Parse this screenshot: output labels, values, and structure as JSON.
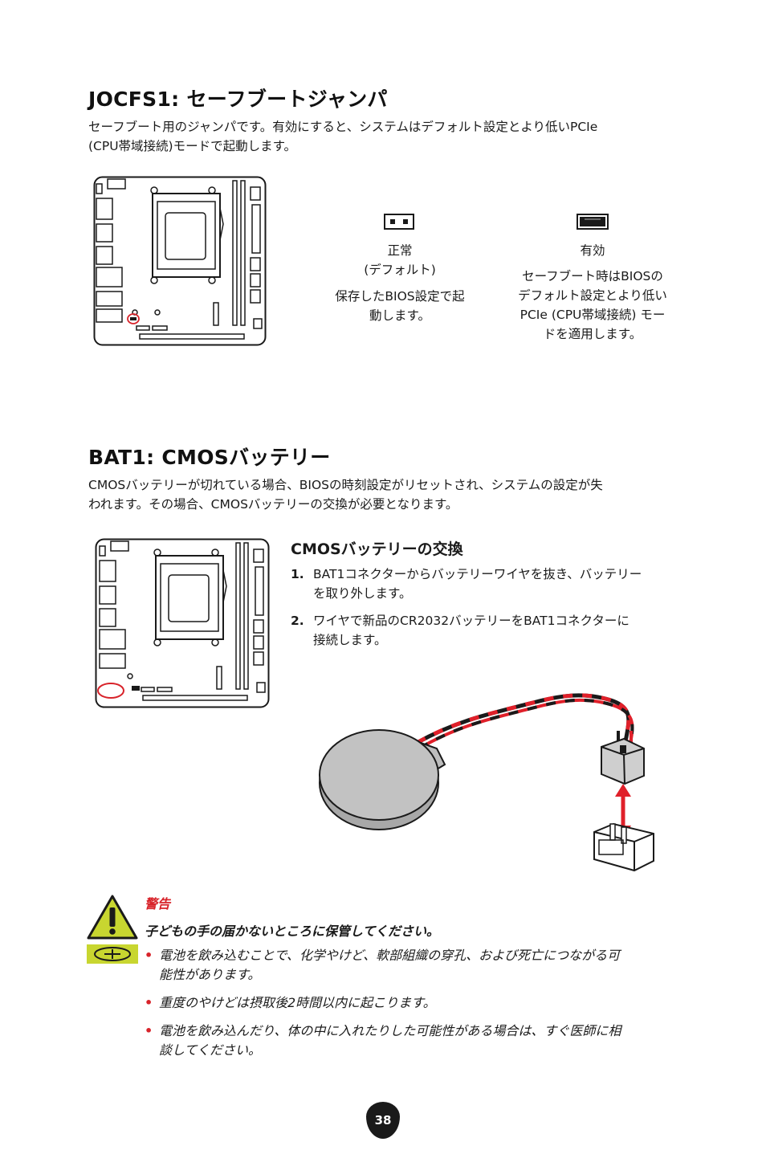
{
  "section1": {
    "title": "JOCFS1: セーフブートジャンパ",
    "desc_line1": "セーフブート用のジャンパです。有効にすると、システムはデフォルト設定とより低いPCIe",
    "desc_line2": "(CPU帯域接続)モードで起動します。",
    "normal": {
      "label1": "正常",
      "label2": "(デフォルト)",
      "desc1": "保存したBIOS設定で起",
      "desc2": "動します。"
    },
    "enabled": {
      "label": "有効",
      "desc1": "セーフブート時はBIOSの",
      "desc2": "デフォルト設定とより低い",
      "desc3": "PCIe (CPU帯域接続) モー",
      "desc4": "ドを適用します。"
    }
  },
  "section2": {
    "title": "BAT1: CMOSバッテリー",
    "desc_line1": "CMOSバッテリーが切れている場合、BIOSの時刻設定がリセットされ、システムの設定が失",
    "desc_line2": "われます。その場合、CMOSバッテリーの交換が必要となります。",
    "subtitle": "CMOSバッテリーの交換",
    "steps": [
      {
        "num": "1.",
        "line1": "BAT1コネクターからバッテリーワイヤを抜き、バッテリー",
        "line2": "を取り外します。"
      },
      {
        "num": "2.",
        "line1": "ワイヤで新品のCR2032バッテリーをBAT1コネクターに",
        "line2": "接続します。"
      }
    ]
  },
  "warning": {
    "title": "警告",
    "lead": "子どもの手の届かないところに保管してください。",
    "bullets": [
      {
        "line1": "電池を飲み込むことで、化学やけど、軟部組織の穿孔、および死亡につながる可",
        "line2": "能性があります。"
      },
      {
        "line1": "重度のやけどは摂取後2時間以内に起こります。",
        "line2": ""
      },
      {
        "line1": "電池を飲み込んだり、体の中に入れたりした可能性がある場合は、すぐ医師に相",
        "line2": "談してください。"
      }
    ],
    "bullet_symbol": "•"
  },
  "colors": {
    "accent_red": "#d8232a",
    "warning_yellow": "#c8d630",
    "wire_red": "#e0202a"
  },
  "page_number": "38"
}
